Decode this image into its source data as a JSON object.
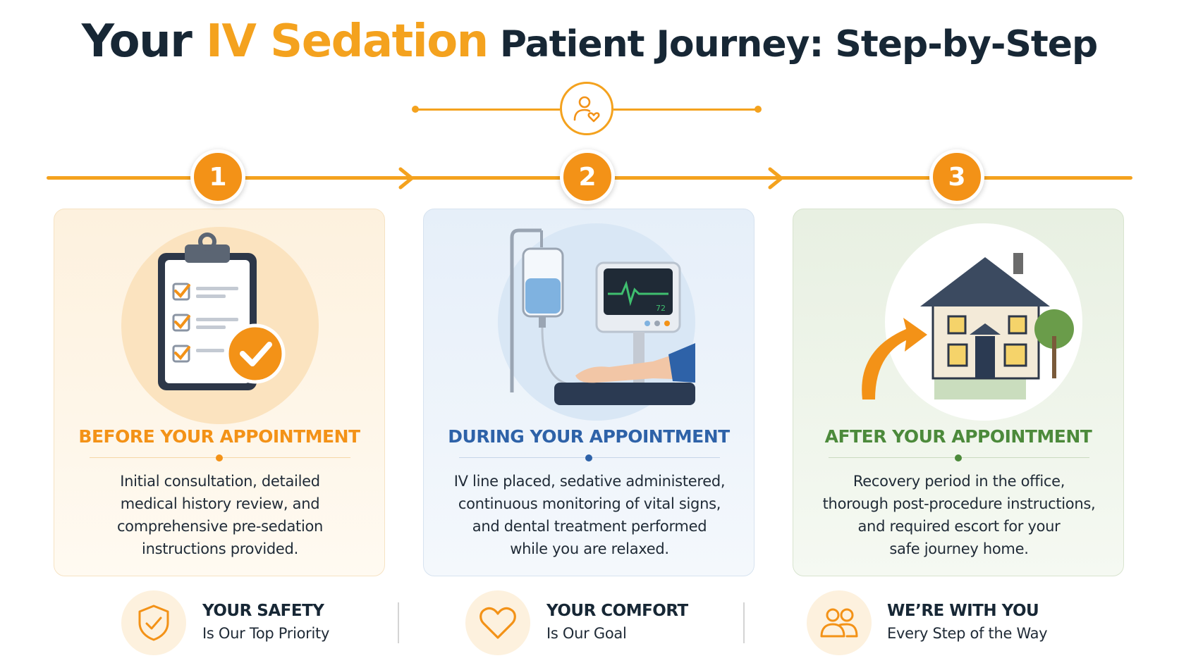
{
  "header": {
    "title_part1": "Your ",
    "title_highlight": "IV Sedation",
    "title_part2": " Patient Journey: Step-by-Step",
    "header_icon": "patient-heart-icon"
  },
  "colors": {
    "accent_orange": "#f39217",
    "dark_navy": "#172735",
    "during_blue": "#2e62a8",
    "after_green": "#4c8a3b"
  },
  "steps": [
    {
      "number": "1",
      "heading": "BEFORE YOUR APPOINTMENT",
      "illustration": "clipboard-checklist-icon",
      "lines": [
        "Initial consultation, detailed",
        "medical history review, and",
        "comprehensive pre-sedation",
        "instructions provided."
      ]
    },
    {
      "number": "2",
      "heading": "DURING YOUR APPOINTMENT",
      "illustration": "iv-drip-monitor-icon",
      "monitor_value": "72",
      "lines": [
        "IV line placed, sedative administered,",
        "continuous monitoring of vital signs,",
        "and dental treatment performed",
        "while you are relaxed."
      ]
    },
    {
      "number": "3",
      "heading": "AFTER YOUR APPOINTMENT",
      "illustration": "house-arrow-icon",
      "lines": [
        "Recovery period in the office,",
        "thorough post-procedure instructions,",
        "and required escort for your",
        "safe journey home."
      ]
    }
  ],
  "footer": [
    {
      "icon": "shield-check-icon",
      "title": "YOUR SAFETY",
      "subtitle": "Is Our Top Priority"
    },
    {
      "icon": "heart-icon",
      "title": "YOUR COMFORT",
      "subtitle": "Is Our Goal"
    },
    {
      "icon": "people-icon",
      "title": "WE’RE WITH YOU",
      "subtitle": "Every Step of the Way"
    }
  ]
}
